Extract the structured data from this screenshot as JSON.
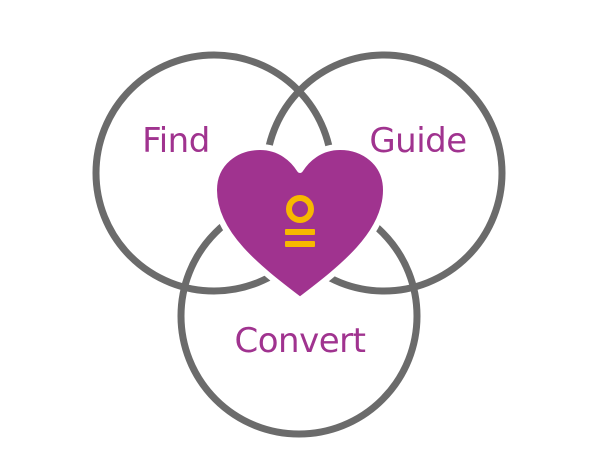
{
  "diagram": {
    "type": "venn",
    "circles": [
      {
        "id": "find",
        "label": "Find"
      },
      {
        "id": "guide",
        "label": "Guide"
      },
      {
        "id": "convert",
        "label": "Convert"
      }
    ],
    "center": {
      "shape": "heart",
      "icon": "logo-mark-icon"
    }
  },
  "colors": {
    "ring": "#6b6b6b",
    "label": "#a0338f",
    "heart": "#a0338f",
    "heart_outline": "#ffffff",
    "logo": "#f7b800"
  }
}
